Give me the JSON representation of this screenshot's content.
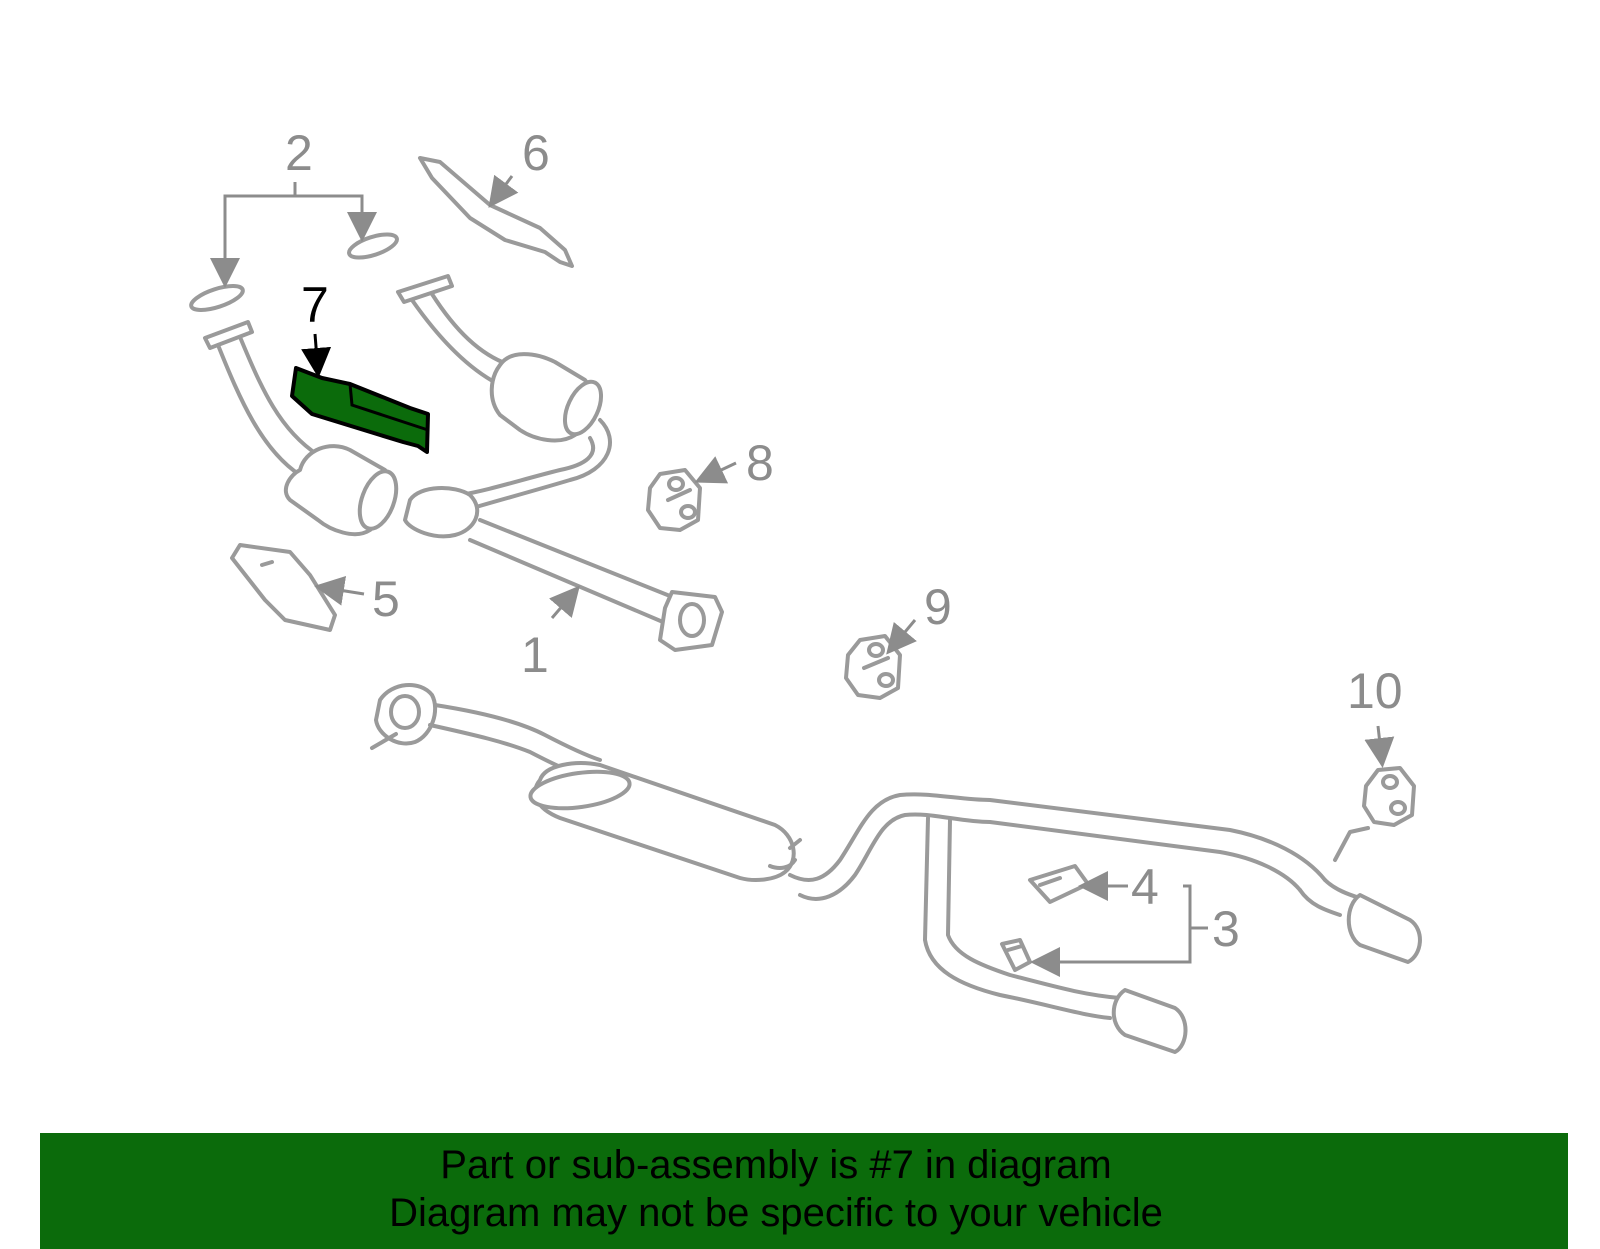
{
  "diagram": {
    "highlight_color": "#0b6b0b",
    "highlighted_part": "7",
    "callouts": [
      "1",
      "2",
      "3",
      "4",
      "5",
      "6",
      "7",
      "8",
      "9",
      "10"
    ]
  },
  "banner": {
    "line1": "Part or sub-assembly is #7 in diagram",
    "line2": "Diagram may not be specific to your vehicle",
    "background": "#0b6b0b"
  }
}
